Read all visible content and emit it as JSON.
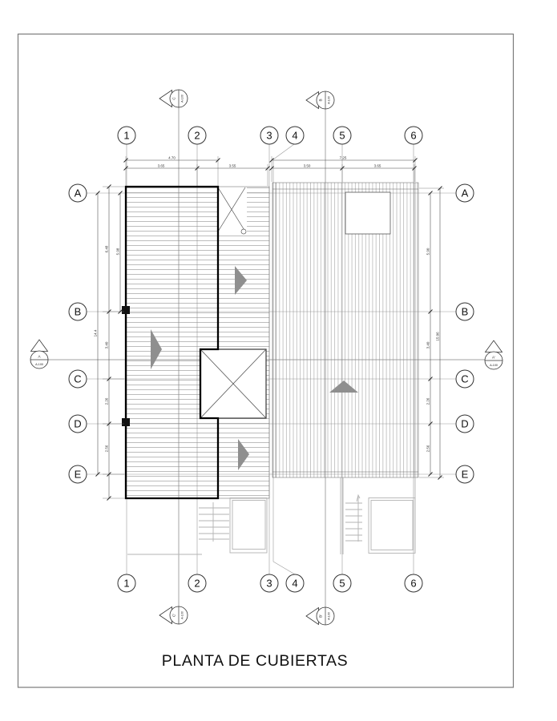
{
  "title": "PLANTA DE CUBIERTAS",
  "grid": {
    "cols": [
      "1",
      "2",
      "3",
      "4",
      "5",
      "6"
    ],
    "rows": [
      "A",
      "B",
      "C",
      "D",
      "E"
    ]
  },
  "sections": {
    "top_left": {
      "label": "C",
      "sheet": "A-100"
    },
    "top_right": {
      "label": "B",
      "sheet": "A-100"
    },
    "bottom_left": {
      "label": "C'",
      "sheet": "A-100"
    },
    "bottom_right": {
      "label": "B'",
      "sheet": "A-100"
    },
    "left": {
      "label": "A",
      "sheet": "A-100"
    },
    "right": {
      "label": "A'",
      "sheet": "A-100"
    }
  },
  "dims": {
    "top_left": {
      "total": "4.70",
      "seg1": "3.65",
      "seg2": "3.55"
    },
    "top_right": {
      "total": "7.25",
      "seg1": "3.50",
      "seg2": "3.65"
    },
    "left": {
      "total": "14.4",
      "upper": "6.48",
      "ab": "5.98",
      "bc": "3.40",
      "cd": "2.26",
      "de": "2.56"
    },
    "right": {
      "total": "15.06",
      "ab": "5.90",
      "bc": "3.40",
      "cd": "2.26",
      "de": "2.56"
    }
  },
  "colors": {
    "line": "#333333",
    "wall": "#000000",
    "hatch": "#8a8a8a",
    "light": "#b3b3b3",
    "arrow": "#8f8f8f",
    "frame": "#7a7a7a"
  }
}
